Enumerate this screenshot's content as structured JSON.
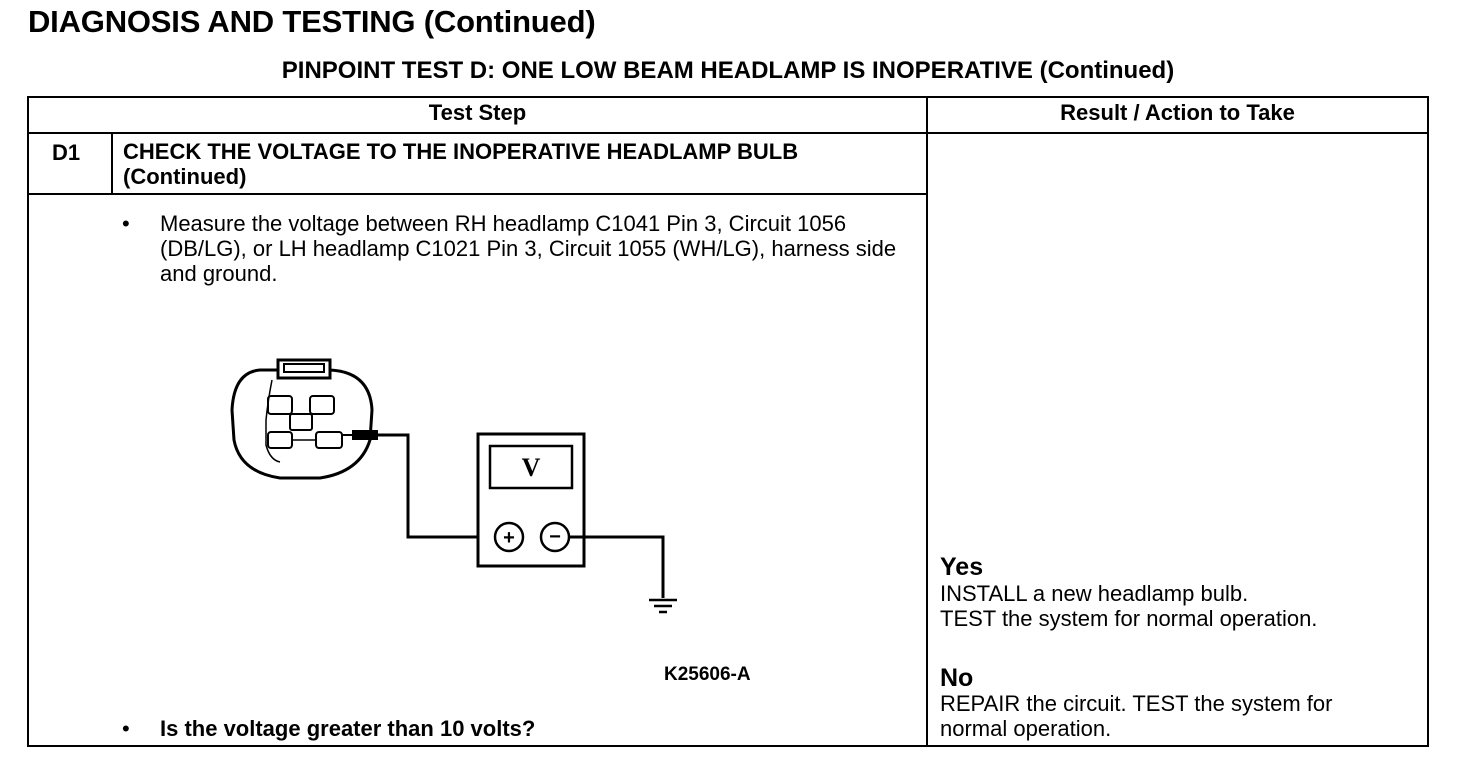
{
  "page": {
    "title": "DIAGNOSIS AND TESTING (Continued)",
    "test_title": "PINPOINT TEST D: ONE LOW BEAM HEADLAMP IS INOPERATIVE (Continued)"
  },
  "table": {
    "headers": {
      "test_step": "Test Step",
      "result_action": "Result / Action to Take"
    },
    "step": {
      "id": "D1",
      "title": "CHECK THE VOLTAGE TO THE INOPERATIVE HEADLAMP BULB (Continued)",
      "bullet_symbol": "•",
      "instruction": "Measure the voltage between RH headlamp C1041 Pin 3, Circuit 1056 (DB/LG), or LH headlamp C1021 Pin 3, Circuit 1055 (WH/LG), harness side and ground.",
      "question": "Is the voltage greater than 10 volts?"
    },
    "figure": {
      "meter_symbol": "V",
      "plus_symbol": "+",
      "minus_symbol": "−",
      "figure_id": "K25606-A"
    },
    "results": [
      {
        "label": "Yes",
        "lines": [
          "INSTALL a new headlamp bulb.",
          "TEST the system for normal operation."
        ]
      },
      {
        "label": "No",
        "lines": [
          "REPAIR the circuit. TEST the system for",
          "normal operation."
        ]
      }
    ]
  }
}
